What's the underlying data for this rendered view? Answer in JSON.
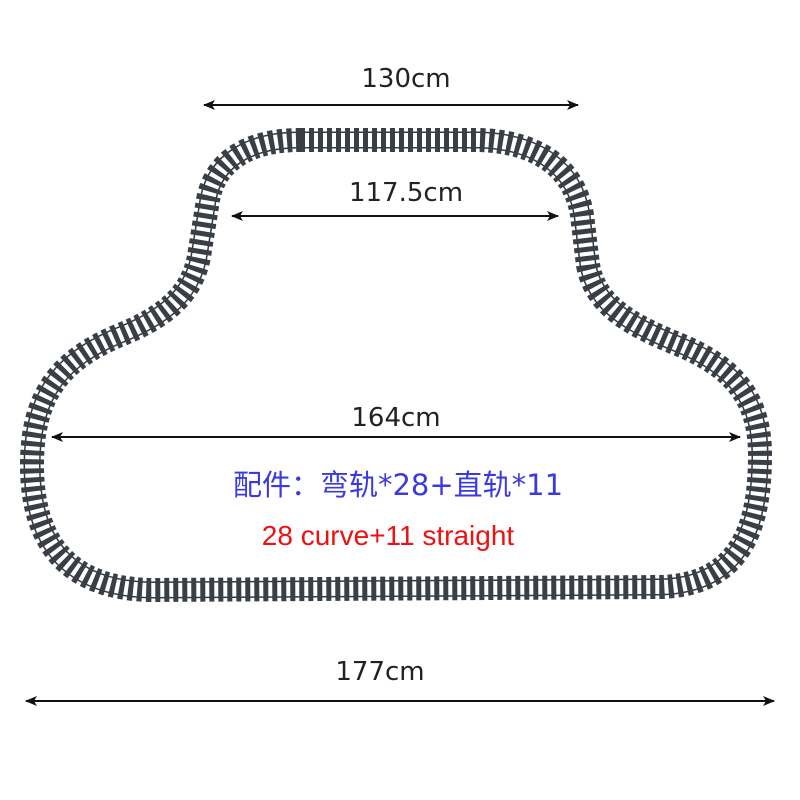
{
  "dimensions": {
    "top_outer": "130cm",
    "top_inner": "117.5cm",
    "middle": "164cm",
    "bottom": "177cm"
  },
  "parts_cn": "配件：弯轨*28+直轨*11",
  "parts_en": "28 curve+11 straight",
  "colors": {
    "track": "#3a3f46",
    "rail": "#2e3a46",
    "parts_cn": "#3a3ae0",
    "parts_en": "#ee1111",
    "arrow": "#111111"
  }
}
